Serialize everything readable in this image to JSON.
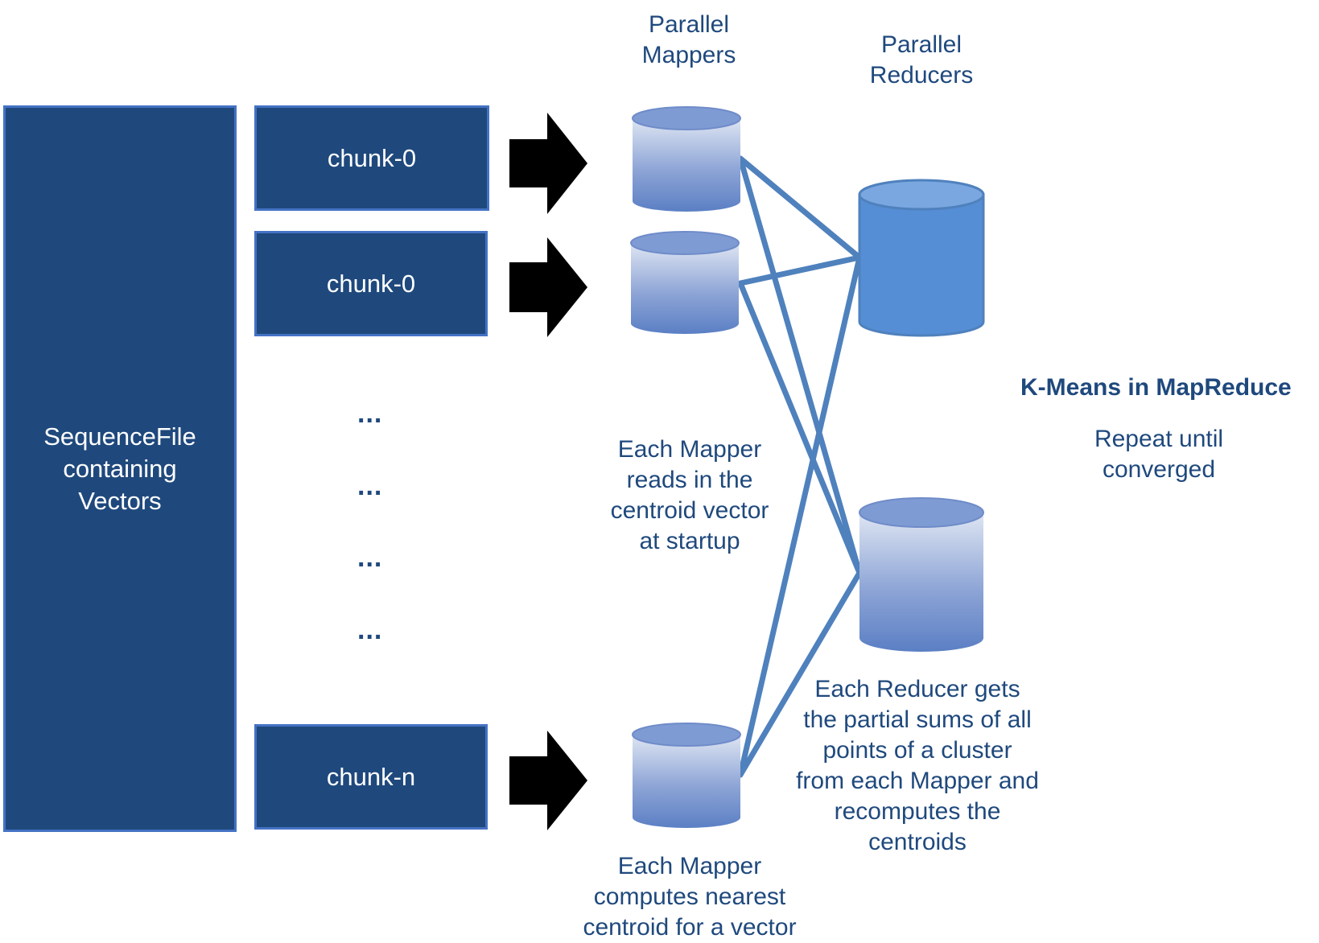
{
  "source_box": {
    "label": "SequenceFile\ncontaining\nVectors"
  },
  "chunks": [
    "chunk-0",
    "chunk-0",
    "chunk-n"
  ],
  "ellipses": [
    "...",
    "...",
    "...",
    "..."
  ],
  "headers": {
    "mappers": "Parallel\nMappers",
    "reducers": "Parallel\nReducers"
  },
  "notes": {
    "mapper_startup": "Each Mapper\nreads in the\ncentroid vector\nat startup",
    "mapper_compute": "Each Mapper\ncomputes nearest\ncentroid for a vector",
    "reducer": "Each Reducer gets\nthe partial sums of all\npoints of a cluster\nfrom each Mapper and\nrecomputes the\ncentroids"
  },
  "title": "K-Means in MapReduce",
  "subtitle": "Repeat until\nconverged",
  "colors": {
    "box_fill": "#1f497d",
    "box_border": "#4472c4",
    "text": "#1f497d",
    "line": "#4f81bd",
    "arrow": "#000000"
  }
}
